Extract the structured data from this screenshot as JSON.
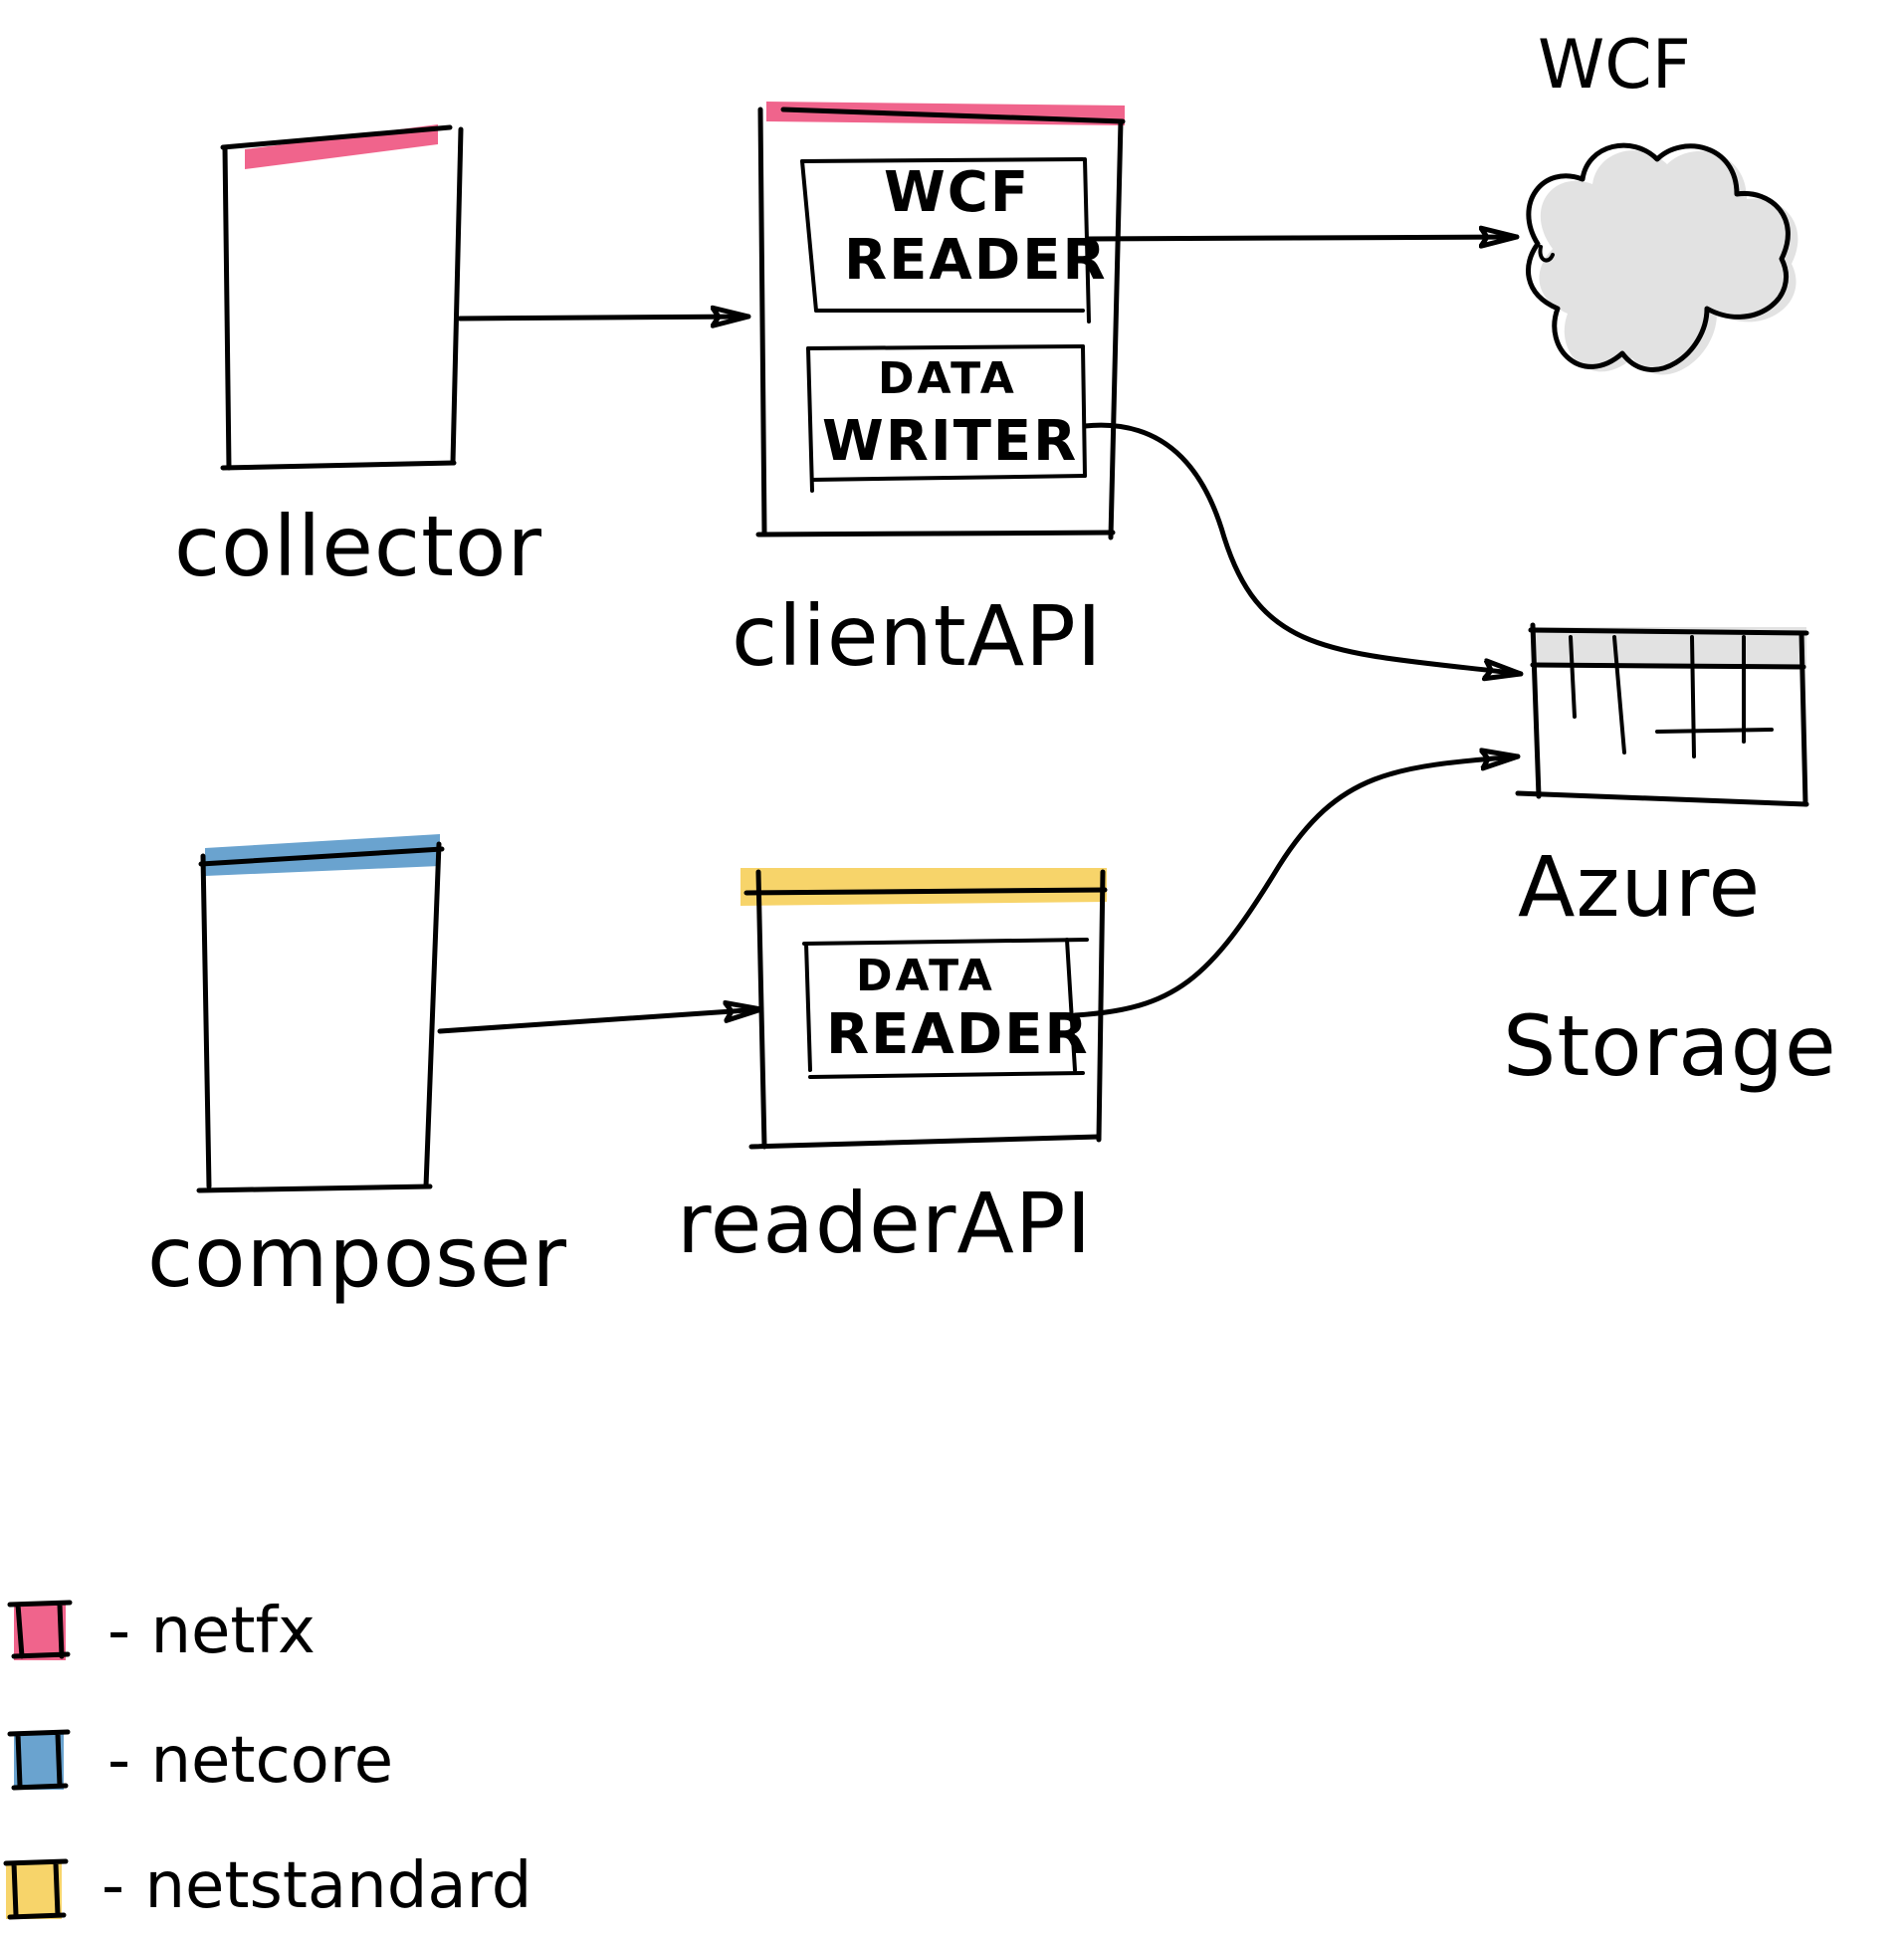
{
  "colors": {
    "netfx": "#f0648c",
    "netcore": "#6aa3cf",
    "netstandard": "#f7d46a",
    "shadow": "#e2e2e2",
    "ink": "#000000"
  },
  "nodes": {
    "collector": {
      "label": "collector"
    },
    "client_api": {
      "label": "clientAPI",
      "inner_top": {
        "line1": "WCF",
        "line2": "READER"
      },
      "inner_bottom": {
        "line1": "DATA",
        "line2": "WRITER"
      }
    },
    "wcf": {
      "label": "WCF"
    },
    "azure_storage": {
      "label_line1": "Azure",
      "label_line2": "Storage"
    },
    "composer": {
      "label": "composer"
    },
    "reader_api": {
      "label": "readerAPI",
      "inner": {
        "line1": "DATA",
        "line2": "READER"
      }
    }
  },
  "legend": [
    {
      "label": "- netfx",
      "color_key": "netfx"
    },
    {
      "label": "- netcore",
      "color_key": "netcore"
    },
    {
      "label": "- netstandard",
      "color_key": "netstandard"
    }
  ]
}
